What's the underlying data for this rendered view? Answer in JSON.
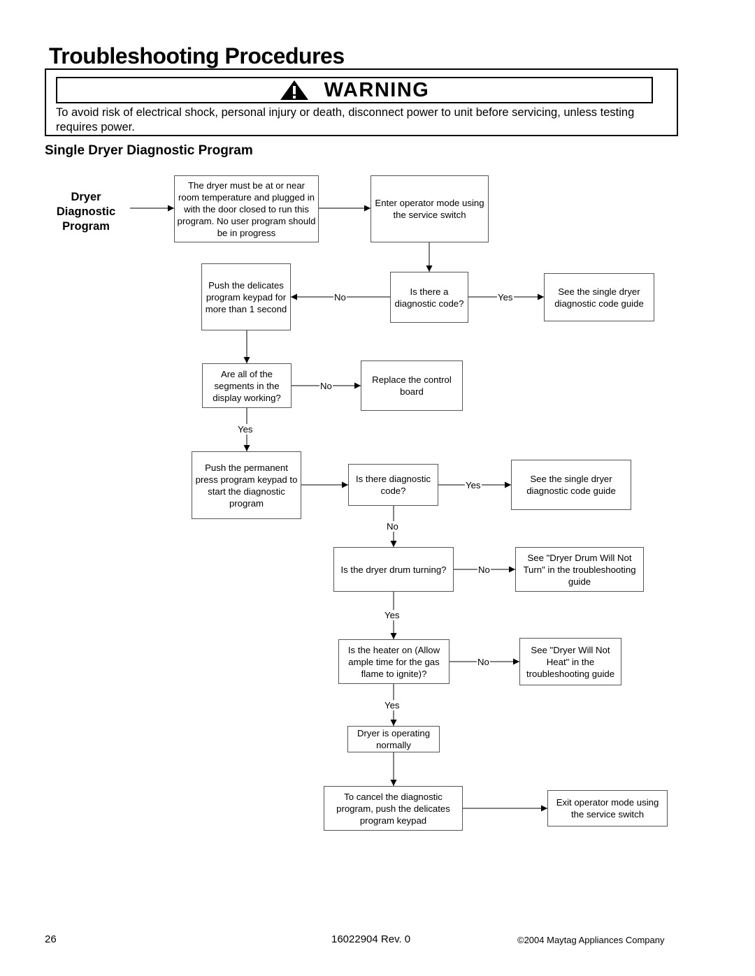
{
  "page_title": "Troubleshooting Procedures",
  "warning": {
    "heading": "WARNING",
    "text": "To avoid risk of electrical shock, personal injury or death, disconnect power to unit before servicing, unless testing requires power."
  },
  "section_title": "Single Dryer Diagnostic Program",
  "flowchart": {
    "start_label": "Dryer Diagnostic Program",
    "nodes": {
      "precondition": "The dryer must be at or near room temperature and plugged in with the door closed to run this program.  No user program should be in progress",
      "enter_operator_mode": "Enter operator mode using the service switch",
      "diag_code_q1": "Is there a diagnostic code?",
      "see_guide_1": "See the single dryer diagnostic code guide",
      "push_delicates": "Push the delicates program keypad for more than 1 second",
      "segments_q": "Are all of the segments in the display working?",
      "replace_board": "Replace the control board",
      "push_permanent_press": "Push the permanent press program keypad to start the diagnostic program",
      "diag_code_q2": "Is there diagnostic code?",
      "see_guide_2": "See the single dryer diagnostic code guide",
      "drum_turning_q": "Is the dryer drum turning?",
      "see_drum_not_turn": "See \"Dryer Drum Will Not Turn\" in the troubleshooting guide",
      "heater_on_q": "Is the heater on (Allow ample time for the gas flame to ignite)?",
      "see_will_not_heat": "See \"Dryer Will Not Heat\" in the troubleshooting guide",
      "operating_normally": "Dryer is operating normally",
      "cancel_diagnostic": "To cancel the diagnostic program, push the delicates program keypad",
      "exit_operator_mode": "Exit operator mode using the service switch"
    },
    "edge_labels": {
      "q1_no": "No",
      "q1_yes": "Yes",
      "segments_no": "No",
      "segments_yes": "Yes",
      "q2_yes": "Yes",
      "q2_no": "No",
      "drum_no": "No",
      "drum_yes": "Yes",
      "heater_no": "No",
      "heater_yes": "Yes"
    }
  },
  "footer": {
    "page_number": "26",
    "doc_number": "16022904  Rev. 0",
    "copyright": "©2004 Maytag Appliances Company"
  }
}
